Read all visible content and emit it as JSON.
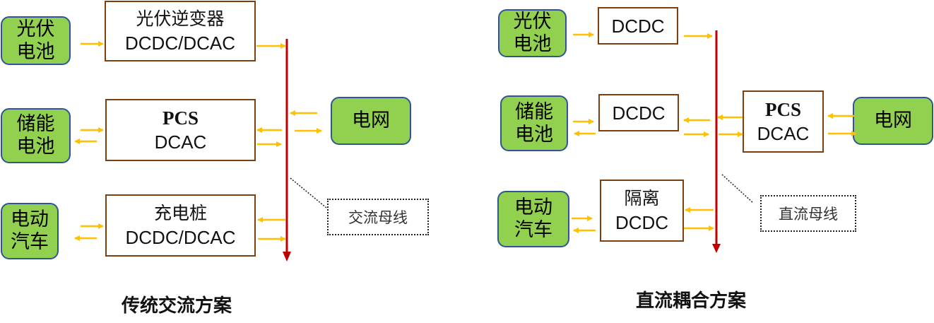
{
  "colors": {
    "source_fill": "#92d050",
    "source_border": "#2f5597",
    "converter_border": "#7b3f10",
    "bus": "#c00000",
    "arrow": "#ffc000"
  },
  "ac_scheme": {
    "caption": "传统交流方案",
    "bus_label": "交流母线",
    "sources": [
      {
        "line1": "光伏",
        "line2": "电池"
      },
      {
        "line1": "储能",
        "line2": "电池"
      },
      {
        "line1": "电动",
        "line2": "汽车"
      }
    ],
    "converters": [
      {
        "line1": "光伏逆变器",
        "line2": "DCDC/DCAC"
      },
      {
        "line1": "PCS",
        "line2": "DCAC"
      },
      {
        "line1": "充电桩",
        "line2": "DCDC/DCAC"
      }
    ],
    "grid": {
      "label": "电网"
    }
  },
  "dc_scheme": {
    "caption": "直流耦合方案",
    "bus_label": "直流母线",
    "sources": [
      {
        "line1": "光伏",
        "line2": "电池"
      },
      {
        "line1": "储能",
        "line2": "电池"
      },
      {
        "line1": "电动",
        "line2": "汽车"
      }
    ],
    "converters": [
      {
        "line1": "DCDC"
      },
      {
        "line1": "DCDC"
      },
      {
        "line1": "隔离",
        "line2": "DCDC"
      }
    ],
    "pcs": {
      "line1": "PCS",
      "line2": "DCAC"
    },
    "grid": {
      "label": "电网"
    }
  }
}
